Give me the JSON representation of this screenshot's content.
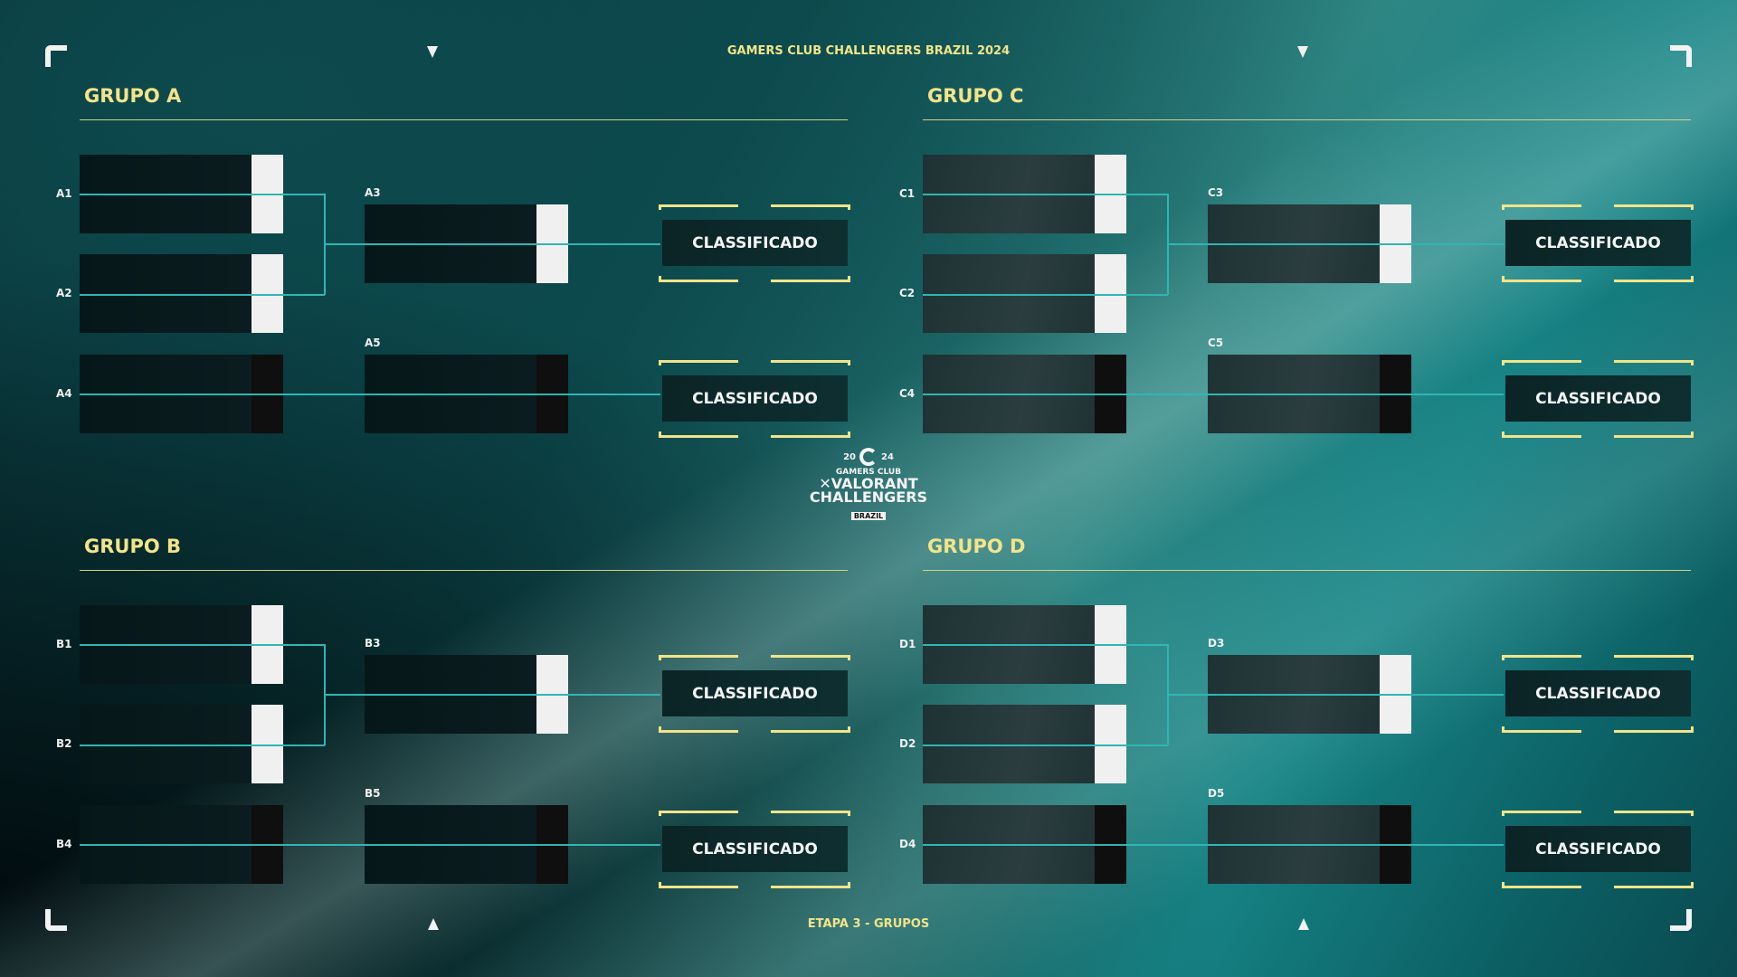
{
  "header": {
    "title": "GAMERS CLUB CHALLENGERS BRAZIL 2024"
  },
  "footer": {
    "stage": "ETAPA 3 - GRUPOS"
  },
  "logo": {
    "year_left": "20",
    "year_right": "24",
    "line1": "GAMERS CLUB",
    "line2": "VALORANT",
    "line3": "CHALLENGERS",
    "badge": "BRAZIL"
  },
  "colors": {
    "accent": "#f2e48a",
    "connector": "#2fb6b4",
    "score_active": "#f0f0f0",
    "score_inactive": "#0f0f0f"
  },
  "groups": [
    {
      "key": "a",
      "title": "GRUPO A",
      "matches": [
        "A1",
        "A2",
        "A4",
        "A3",
        "A5"
      ],
      "qualified": [
        "CLASSIFICADO",
        "CLASSIFICADO"
      ]
    },
    {
      "key": "c",
      "title": "GRUPO C",
      "matches": [
        "C1",
        "C2",
        "C4",
        "C3",
        "C5"
      ],
      "qualified": [
        "CLASSIFICADO",
        "CLASSIFICADO"
      ]
    },
    {
      "key": "b",
      "title": "GRUPO B",
      "matches": [
        "B1",
        "B2",
        "B4",
        "B3",
        "B5"
      ],
      "qualified": [
        "CLASSIFICADO",
        "CLASSIFICADO"
      ]
    },
    {
      "key": "d",
      "title": "GRUPO D",
      "matches": [
        "D1",
        "D2",
        "D4",
        "D3",
        "D5"
      ],
      "qualified": [
        "CLASSIFICADO",
        "CLASSIFICADO"
      ]
    }
  ]
}
